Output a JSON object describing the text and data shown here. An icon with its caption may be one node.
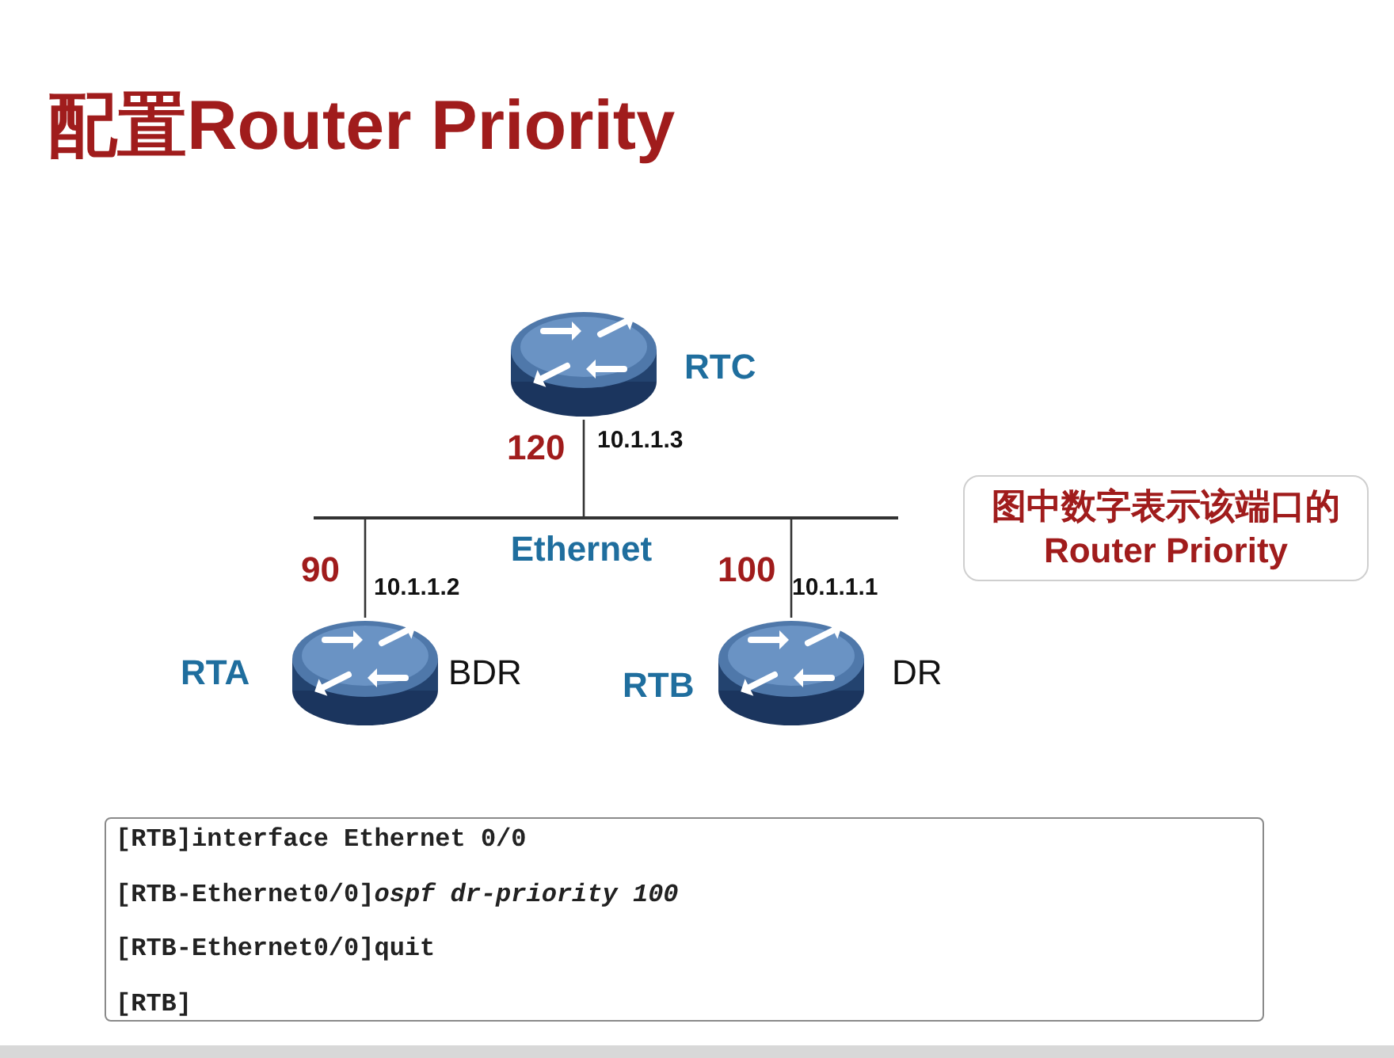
{
  "diagram": {
    "title": "配置Router Priority",
    "nodes": [
      {
        "text": [],
        "shape": "router",
        "beside": [
          "RTC"
        ]
      },
      {
        "text": [],
        "shape": "bar",
        "beside": [
          "Ethernet"
        ]
      },
      {
        "text": [],
        "shape": "router",
        "beside": [
          "RTA",
          "BDR"
        ]
      },
      {
        "text": [],
        "shape": "router",
        "beside": [
          "RTB",
          "DR"
        ]
      },
      {
        "text": [
          "图中数字表示该端口的 Router Priority"
        ]
      },
      {
        "text": [
          "[RTB]interface Ethernet 0/0",
          "[RTB-Ethernet0/0]*ospf dr-priority 100*",
          "[RTB-Ethernet0/0]quit",
          "[RTB]"
        ]
      }
    ],
    "edges": [
      {
        "from": 0,
        "to": 1,
        "arrow": "none"
      },
      {
        "from": 2,
        "to": 1,
        "arrow": "none"
      },
      {
        "from": 3,
        "to": 1,
        "arrow": "none"
      }
    ],
    "labels": [
      "120",
      "10.1.1.3",
      "90",
      "10.1.1.2",
      "100",
      "10.1.1.1"
    ]
  }
}
